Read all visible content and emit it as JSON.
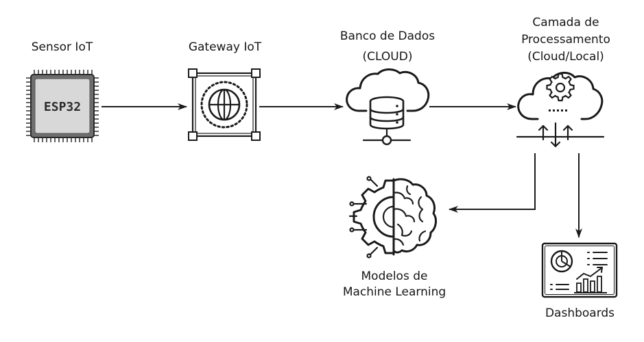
{
  "nodes": {
    "sensor": {
      "label": "Sensor IoT",
      "chip_text": "ESP32",
      "icon": "esp32-chip-icon"
    },
    "gateway": {
      "label": "Gateway IoT",
      "icon": "globe-icon"
    },
    "database": {
      "label_line1": "Banco de Dados",
      "label_line2": "(CLOUD)",
      "icon": "cloud-database-icon"
    },
    "processing": {
      "label_line1": "Camada de",
      "label_line2": "Processamento",
      "label_line3": "(Cloud/Local)",
      "icon": "cloud-gear-icon"
    },
    "ml": {
      "label_line1": "Modelos de",
      "label_line2": "Machine Learning",
      "icon": "gear-brain-icon"
    },
    "dashboards": {
      "label": "Dashboards",
      "icon": "dashboard-panel-icon"
    }
  },
  "edges": [
    {
      "from": "sensor",
      "to": "gateway"
    },
    {
      "from": "gateway",
      "to": "database"
    },
    {
      "from": "database",
      "to": "processing"
    },
    {
      "from": "processing",
      "to": "ml"
    },
    {
      "from": "processing",
      "to": "dashboards"
    }
  ],
  "colors": {
    "stroke": "#1a1a1a",
    "chip_fill": "#6e6e6e",
    "chip_core": "#d8d8d8",
    "background": "#ffffff"
  }
}
